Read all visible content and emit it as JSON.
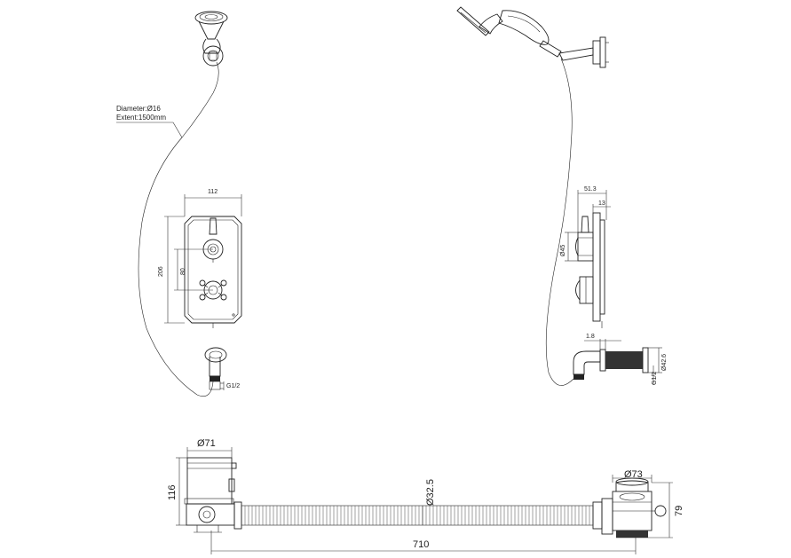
{
  "hose_note": {
    "diameter": "Diameter:Ø16",
    "extent": "Extent:1500mm"
  },
  "front_valve": {
    "width": "112",
    "height": "206",
    "spacing": "80"
  },
  "side_valve": {
    "depth": "51.3",
    "plate": "13",
    "handle_dia": "Ø45"
  },
  "elbow_front": {
    "thread": "G1/2"
  },
  "elbow_side": {
    "offset": "1.8",
    "dia": "Ø42.6",
    "thread": "G1/2"
  },
  "bath_filler": {
    "dia": "Ø71",
    "height": "116",
    "hose_dia": "Ø32.5",
    "waste_dia": "Ø73",
    "waste_height": "79",
    "length": "710"
  }
}
